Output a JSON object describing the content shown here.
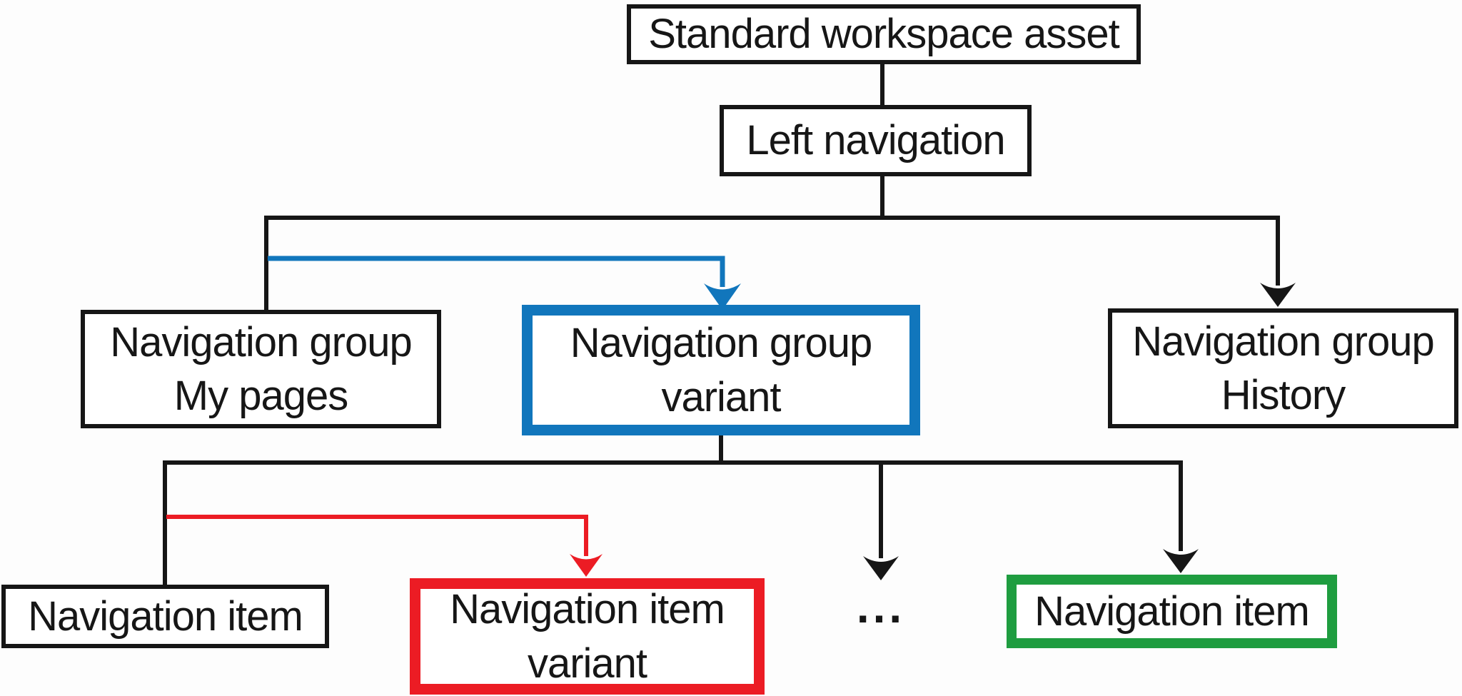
{
  "colors": {
    "outline": "#161616",
    "accent_blue": "#1176bc",
    "accent_red": "#ec1c24",
    "accent_green": "#1f9d40",
    "background": "#fdfdfd"
  },
  "diagram": {
    "nodes": {
      "root": {
        "label": "Standard workspace asset"
      },
      "left_navigation": {
        "label": "Left navigation"
      },
      "group_my_pages": {
        "line1": "Navigation group",
        "line2": "My pages"
      },
      "group_variant": {
        "line1": "Navigation group",
        "line2": "variant"
      },
      "group_history": {
        "line1": "Navigation group",
        "line2": "History"
      },
      "item_left": {
        "label": "Navigation item"
      },
      "item_variant": {
        "line1": "Navigation item",
        "line2": "variant"
      },
      "ellipsis": {
        "label": "..."
      },
      "item_green": {
        "label": "Navigation item"
      }
    }
  }
}
